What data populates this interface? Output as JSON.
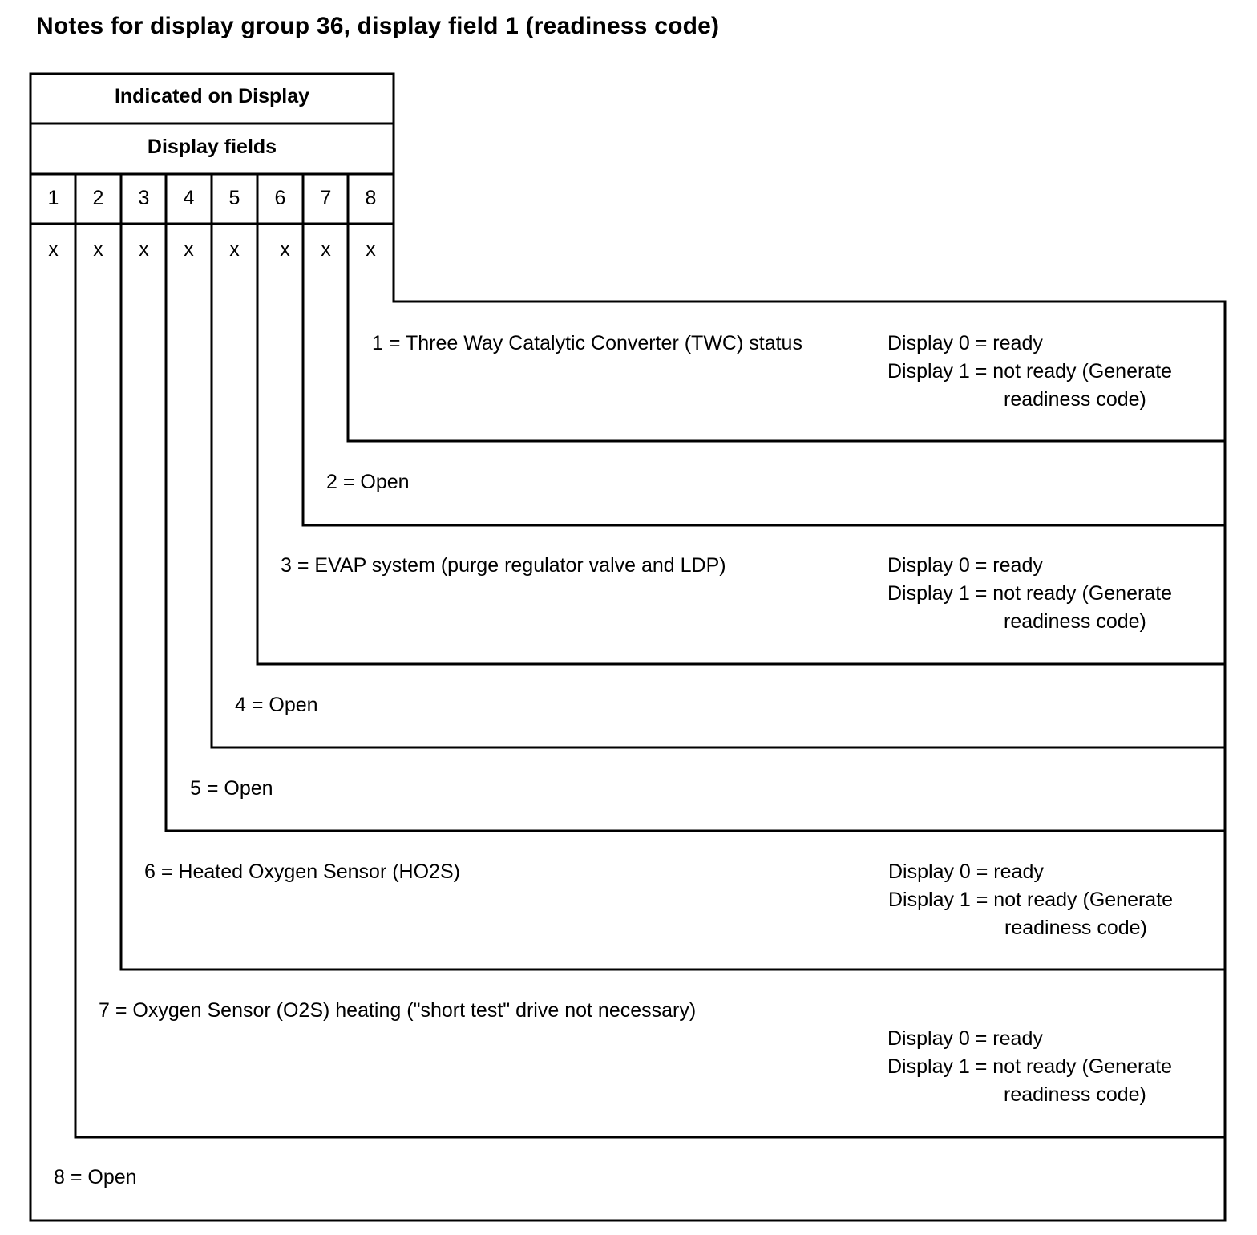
{
  "title": "Notes for display group 36, display field 1 (readiness code)",
  "header": {
    "indicated": "Indicated on Display",
    "fields_label": "Display fields"
  },
  "field_numbers": [
    "1",
    "2",
    "3",
    "4",
    "5",
    "6",
    "7",
    "8"
  ],
  "field_marks": [
    "x",
    "x",
    "x",
    "x",
    "x",
    "x",
    "x",
    "x"
  ],
  "status_text": {
    "ready": "Display 0 = ready",
    "not_ready": "Display 1 = not ready (Generate",
    "not_ready_cont": "readiness code)"
  },
  "descriptions": [
    {
      "text": "1 = Three Way Catalytic Converter (TWC) status"
    },
    {
      "text": "2 = Open"
    },
    {
      "text": "3 = EVAP system (purge regulator valve and LDP)"
    },
    {
      "text": "4 = Open"
    },
    {
      "text": "5 = Open"
    },
    {
      "text": "6 = Heated Oxygen Sensor (HO2S)"
    },
    {
      "text": "7 = Oxygen Sensor (O2S) heating (\"short test\" drive not necessary)"
    },
    {
      "text": "8 = Open"
    }
  ]
}
